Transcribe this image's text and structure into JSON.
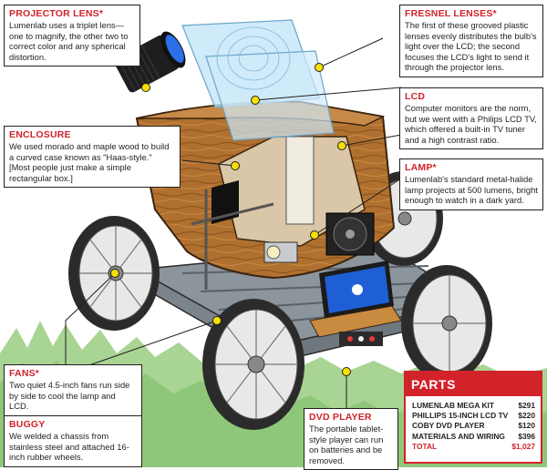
{
  "callouts": {
    "projector_lens": {
      "title": "PROJECTOR LENS*",
      "text": "Lumenlab uses a triplet lens—one to magnify, the other two to correct color and any spherical distortion."
    },
    "fresnel_lenses": {
      "title": "FRESNEL LENSES*",
      "text": "The first of these grooved plastic lenses evenly distributes the bulb's light over the LCD; the second focuses the LCD's light to send it through the projector lens."
    },
    "lcd": {
      "title": "LCD",
      "text": "Computer monitors are the norm, but we went with a Philips LCD TV, which offered a built-in TV tuner and a high contrast ratio."
    },
    "enclosure": {
      "title": "ENCLOSURE",
      "text": "We used morado and maple wood to build a curved case known as \"Haas-style.\" [Most people just make a simple rectangular box.]"
    },
    "lamp": {
      "title": "LAMP*",
      "text": "Lumenlab's standard metal-halide lamp projects at 500 lumens, bright enough to watch in a dark yard."
    },
    "fans": {
      "title": "FANS*",
      "text": "Two quiet 4.5-inch fans run side by side to cool the lamp and LCD."
    },
    "buggy": {
      "title": "BUGGY",
      "text": "We welded a chassis from stainless steel and attached 16-inch rubber wheels."
    },
    "dvd_player": {
      "title": "DVD PLAYER",
      "text": "The portable tablet-style player can run on batteries and be removed."
    }
  },
  "parts": {
    "title": "PARTS",
    "items": [
      {
        "name": "LUMENLAB MEGA KIT",
        "price": "$291"
      },
      {
        "name": "PHILLIPS 15-INCH LCD TV",
        "price": "$220"
      },
      {
        "name": "COBY DVD PLAYER",
        "price": "$120"
      },
      {
        "name": "MATERIALS AND WIRING",
        "price": "$396"
      }
    ],
    "total": {
      "name": "TOTAL",
      "price": "$1,027"
    }
  },
  "colors": {
    "accent_red": "#d2232a",
    "marker_yellow": "#f7e000",
    "wood": "#a9692c",
    "steel": "#9aa1a8",
    "grass": "#8fc77a"
  }
}
